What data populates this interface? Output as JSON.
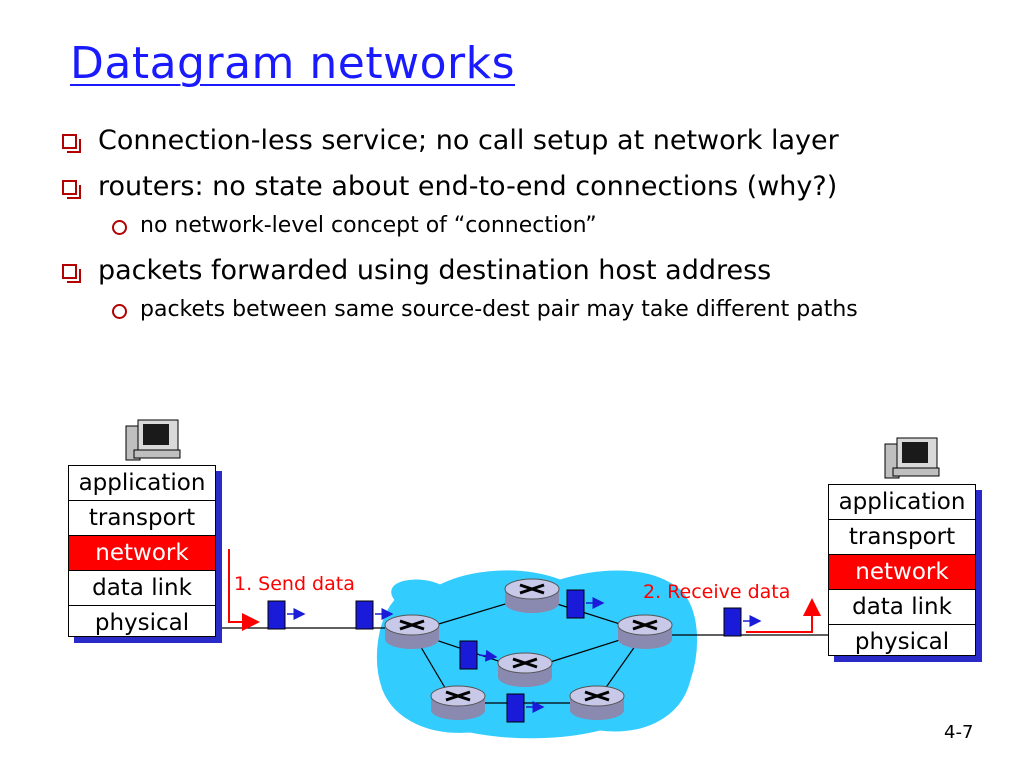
{
  "slide": {
    "title": "Datagram networks",
    "page_number": "4-7"
  },
  "bullets": [
    {
      "text": "Connection-less service; no call setup at network layer"
    },
    {
      "text": "routers: no state about end-to-end connections (why?)",
      "sub": [
        "no network-level concept of “connection”"
      ]
    },
    {
      "text": "packets forwarded using destination host address",
      "sub": [
        "packets between same source-dest pair may take different paths"
      ]
    }
  ],
  "diagram": {
    "left_stack": [
      "application",
      "transport",
      "network",
      "data link",
      "physical"
    ],
    "right_stack": [
      "application",
      "transport",
      "network",
      "data link",
      "physical"
    ],
    "send_label": "1. Send data",
    "receive_label": "2. Receive data",
    "colors": {
      "network_layer": "#ff0000",
      "cloud": "#33ccff",
      "packet": "#1a1ad9",
      "arrow": "#ff0000"
    }
  }
}
